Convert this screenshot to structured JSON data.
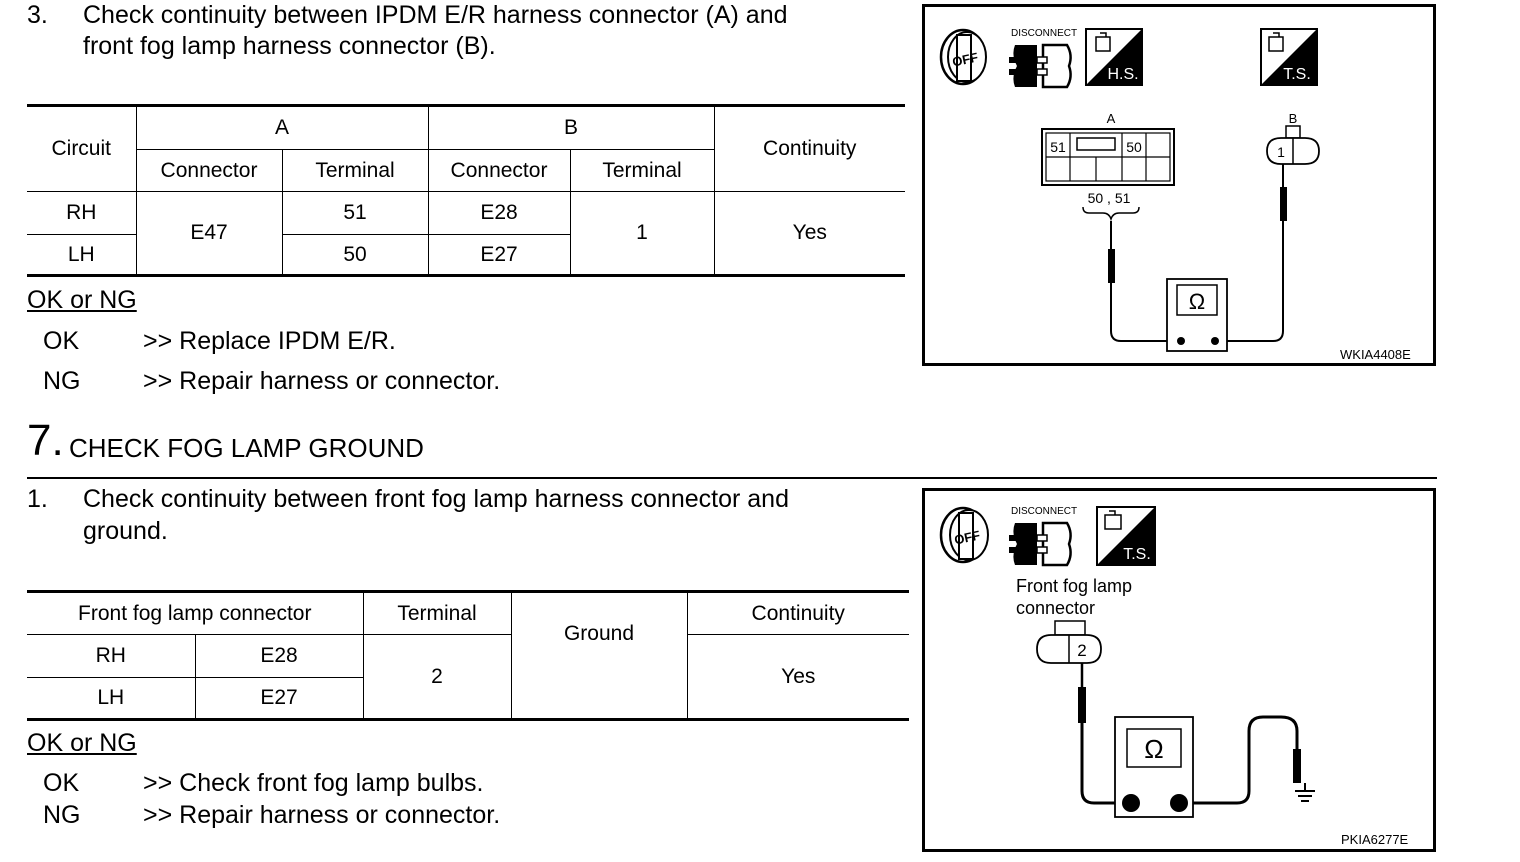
{
  "step3": {
    "number": "3.",
    "line1": "Check continuity between IPDM E/R harness connector (A) and",
    "line2": "front fog lamp harness connector (B)."
  },
  "table1": {
    "headers": {
      "circuit": "Circuit",
      "a": "A",
      "b": "B",
      "continuity": "Continuity",
      "connector_a": "Connector",
      "terminal_a": "Terminal",
      "connector_b": "Connector",
      "terminal_b": "Terminal"
    },
    "rows": [
      {
        "circuit": "RH",
        "terminal_a": "51",
        "connector_b": "E28"
      },
      {
        "circuit": "LH",
        "terminal_a": "50",
        "connector_b": "E27"
      }
    ],
    "connector_a": "E47",
    "terminal_b": "1",
    "continuity": "Yes"
  },
  "result1": {
    "heading": "OK or NG",
    "ok_label": "OK",
    "ok_text": ">> Replace  IPDM  E/R.",
    "ng_label": "NG",
    "ng_text": ">> Repair harness or connector."
  },
  "section7": {
    "number": "7.",
    "title": "CHECK FOG LAMP GROUND"
  },
  "step1": {
    "number": "1.",
    "line1": "Check continuity between front fog lamp harness connector and",
    "line2": "ground."
  },
  "table2": {
    "headers": {
      "connector": "Front fog lamp connector",
      "terminal": "Terminal",
      "ground": "Ground",
      "continuity": "Continuity"
    },
    "rows": [
      {
        "side": "RH",
        "connector": "E28"
      },
      {
        "side": "LH",
        "connector": "E27"
      }
    ],
    "terminal": "2",
    "continuity": "Yes"
  },
  "result2": {
    "heading": "OK or NG",
    "ok_label": "OK",
    "ok_text": ">> Check front fog lamp bulbs.",
    "ng_label": "NG",
    "ng_text": ">> Repair harness or connector."
  },
  "figure1": {
    "code": "WKIA4408E",
    "off": "OFF",
    "disconnect": "DISCONNECT",
    "hs": "H.S.",
    "ts": "T.S.",
    "label_a": "A",
    "label_b": "B",
    "pin_51": "51",
    "pin_50": "50",
    "pins": "50 , 51",
    "pin_1": "1",
    "ohm": "Ω"
  },
  "figure2": {
    "code": "PKIA6277E",
    "off": "OFF",
    "disconnect": "DISCONNECT",
    "ts": "T.S.",
    "connector_line1": "Front fog lamp",
    "connector_line2": "connector",
    "pin_2": "2",
    "ohm": "Ω"
  }
}
